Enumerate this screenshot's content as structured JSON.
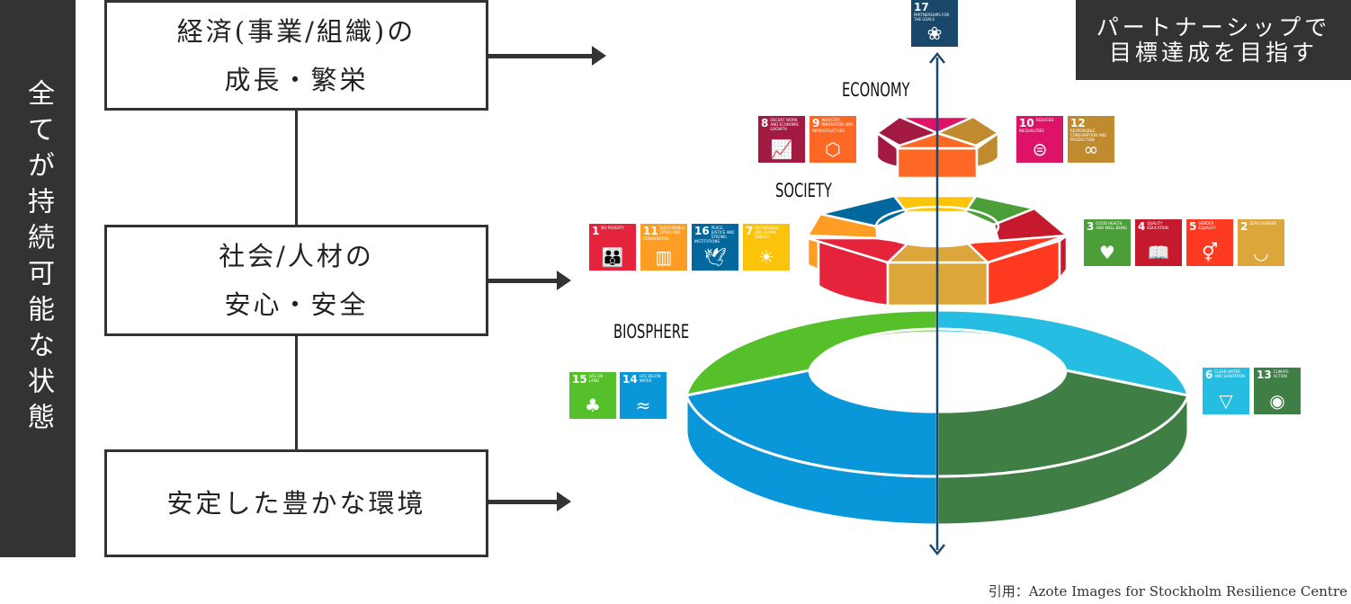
{
  "sidebar": {
    "text": "全てが持続可能な状態"
  },
  "boxes": [
    {
      "line1": "経済(事業/組織)の",
      "line2": "成長・繁栄"
    },
    {
      "line1": "社会/人材の",
      "line2": "安心・安全"
    },
    {
      "line1": "安定した豊かな環境"
    }
  ],
  "partner_box": {
    "line1": "パートナーシップで",
    "line2": "目標達成を目指す"
  },
  "layers": {
    "economy": "ECONOMY",
    "society": "SOCIETY",
    "biosphere": "BIOSPHERE"
  },
  "goals": {
    "g17": {
      "num": "17",
      "title": "Partnerships for the goals",
      "icon": "flower-rings-icon",
      "color": "#19486a"
    },
    "g8": {
      "num": "8",
      "title": "Decent work and economic growth",
      "icon": "growth-chart-icon",
      "color": "#a21942"
    },
    "g9": {
      "num": "9",
      "title": "Industry, innovation and infrastructure",
      "icon": "cubes-icon",
      "color": "#fd6925"
    },
    "g10": {
      "num": "10",
      "title": "Reduced inequalities",
      "icon": "equals-circle-icon",
      "color": "#dd1367"
    },
    "g12": {
      "num": "12",
      "title": "Responsible consumption and production",
      "icon": "infinity-icon",
      "color": "#bf8b2e"
    },
    "g1": {
      "num": "1",
      "title": "No poverty",
      "icon": "family-icon",
      "color": "#e5243b"
    },
    "g11": {
      "num": "11",
      "title": "Sustainable cities and communities",
      "icon": "buildings-icon",
      "color": "#fd9d24"
    },
    "g16": {
      "num": "16",
      "title": "Peace, justice and strong institutions",
      "icon": "dove-icon",
      "color": "#00689d"
    },
    "g7": {
      "num": "7",
      "title": "Affordable and clean energy",
      "icon": "sun-power-icon",
      "color": "#fcc30b"
    },
    "g3": {
      "num": "3",
      "title": "Good health and well-being",
      "icon": "heartbeat-icon",
      "color": "#4c9f38"
    },
    "g4": {
      "num": "4",
      "title": "Quality education",
      "icon": "book-icon",
      "color": "#c5192d"
    },
    "g5": {
      "num": "5",
      "title": "Gender equality",
      "icon": "gender-equality-icon",
      "color": "#ff3a21"
    },
    "g2": {
      "num": "2",
      "title": "Zero hunger",
      "icon": "bowl-icon",
      "color": "#dda63a"
    },
    "g15": {
      "num": "15",
      "title": "Life on land",
      "icon": "tree-icon",
      "color": "#56c02b"
    },
    "g14": {
      "num": "14",
      "title": "Life below water",
      "icon": "fish-icon",
      "color": "#0a97d9"
    },
    "g6": {
      "num": "6",
      "title": "Clean water and sanitation",
      "icon": "water-drop-icon",
      "color": "#26bde2"
    },
    "g13": {
      "num": "13",
      "title": "Climate action",
      "icon": "eye-globe-icon",
      "color": "#3f7e44"
    }
  },
  "glyphs": {
    "g17": "❀",
    "g8": "📈",
    "g9": "⬡",
    "g10": "⊜",
    "g12": "∞",
    "g1": "👪",
    "g11": "▥",
    "g16": "🕊",
    "g7": "☀",
    "g3": "♥",
    "g4": "📖",
    "g5": "⚥",
    "g2": "◡",
    "g15": "♣",
    "g14": "≈",
    "g6": "▽",
    "g13": "◉"
  },
  "credit": "引用：Azote Images for Stockholm Resilience Centre"
}
